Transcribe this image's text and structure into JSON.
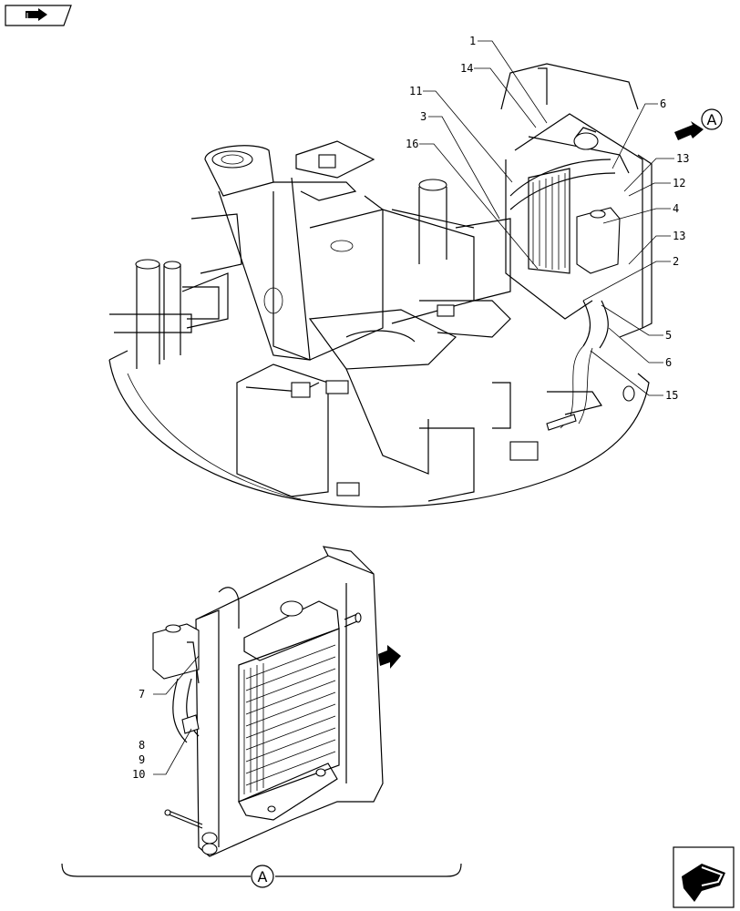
{
  "view_marker": "A",
  "section_marker": "A",
  "callouts_top": [
    {
      "num": "1"
    },
    {
      "num": "14"
    },
    {
      "num": "11"
    },
    {
      "num": "3"
    },
    {
      "num": "16"
    },
    {
      "num": "6"
    },
    {
      "num": "13"
    },
    {
      "num": "12"
    },
    {
      "num": "4"
    },
    {
      "num": "13"
    },
    {
      "num": "2"
    },
    {
      "num": "5"
    },
    {
      "num": "6"
    },
    {
      "num": "15"
    }
  ],
  "callouts_bottom": [
    {
      "num": "7"
    },
    {
      "num": "8"
    },
    {
      "num": "9"
    },
    {
      "num": "10"
    }
  ],
  "icons": {
    "top_left": "book-arrow-icon",
    "bottom_right": "return-arrow-icon",
    "view_arrow": "view-direction-arrow-icon",
    "detail_arrow": "detail-arrow-icon"
  }
}
